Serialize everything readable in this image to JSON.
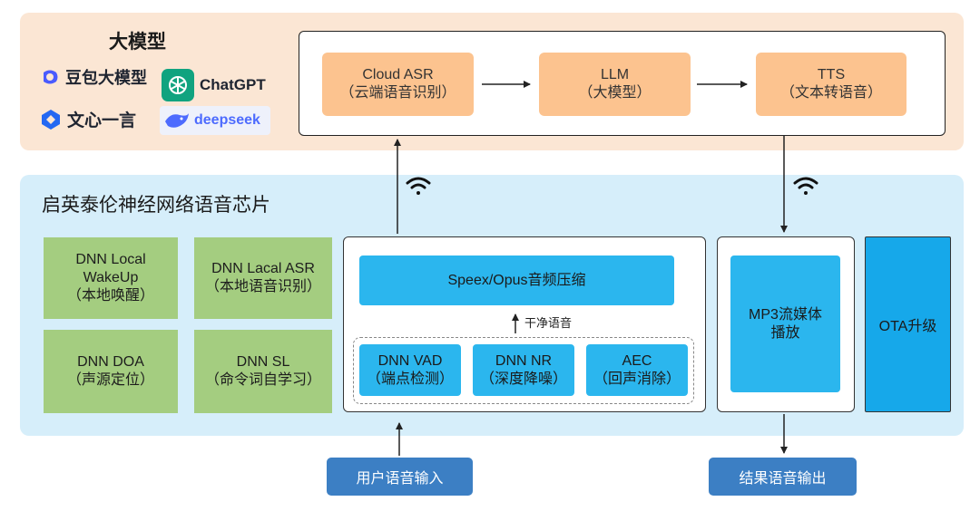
{
  "llm_section": {
    "title": "大模型",
    "logos": [
      {
        "name": "豆包大模型",
        "icon": "doubao-icon",
        "color": "#4a5bff"
      },
      {
        "name": "ChatGPT",
        "icon": "openai-icon",
        "color": "#10a37f"
      },
      {
        "name": "文心一言",
        "icon": "wenxin-icon",
        "color": "#2468f2"
      },
      {
        "name": "deepseek",
        "icon": "deepseek-icon",
        "color": "#4d6bfe"
      }
    ],
    "pipeline": [
      {
        "line1": "Cloud ASR",
        "line2": "（云端语音识别）"
      },
      {
        "line1": "LLM",
        "line2": "（大模型）"
      },
      {
        "line1": "TTS",
        "line2": "（文本转语音）"
      }
    ]
  },
  "chip_section": {
    "title": "启英泰伦神经网络语音芯片",
    "modules": [
      {
        "line1": "DNN Local",
        "line2": "WakeUp",
        "line3": "（本地唤醒）"
      },
      {
        "line1": "DNN Lacal ASR",
        "line2": "（本地语音识别）"
      },
      {
        "line1": "DNN DOA",
        "line2": "（声源定位）"
      },
      {
        "line1": "DNN SL",
        "line2": "（命令词自学习）"
      }
    ],
    "codec": "Speex/Opus音频压缩",
    "clean_voice": "干净语音",
    "preprocess": [
      {
        "line1": "DNN VAD",
        "line2": "（端点检测）"
      },
      {
        "line1": "DNN NR",
        "line2": "（深度降噪）"
      },
      {
        "line1": "AEC",
        "line2": "（回声消除）"
      }
    ],
    "mp3": {
      "line1": "MP3流媒体",
      "line2": "播放"
    },
    "ota": "OTA升级"
  },
  "io": {
    "input": "用户语音输入",
    "output": "结果语音输出"
  },
  "colors": {
    "top_panel": "#fbe6d4",
    "chip_panel": "#d6eefa",
    "orange_box": "#fcc38f",
    "green_box": "#a4cd80",
    "blue_box": "#2bb6ee",
    "io_box": "#3c7fc4"
  }
}
